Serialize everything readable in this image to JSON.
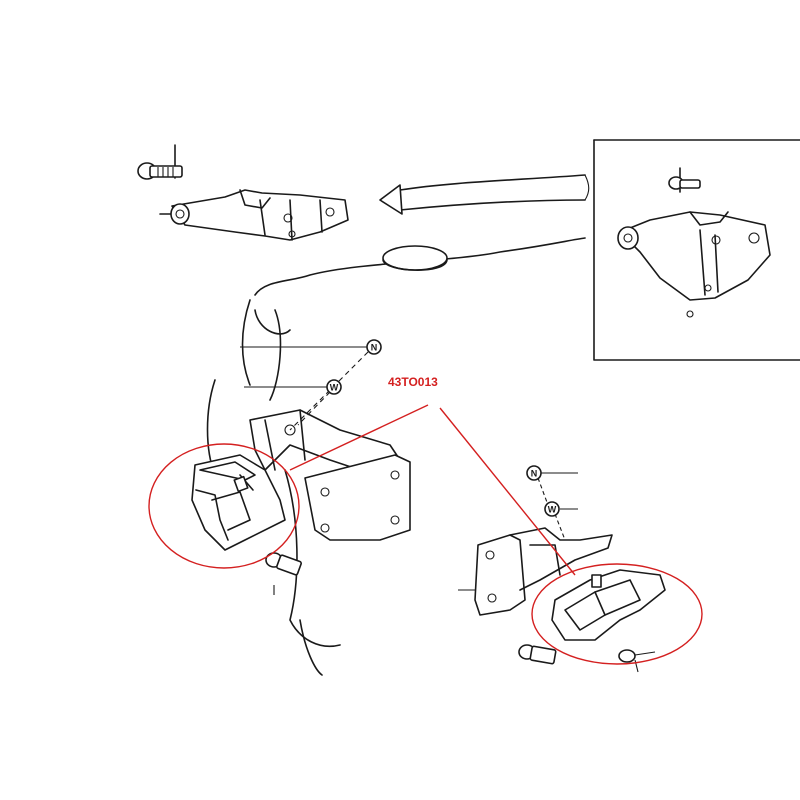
{
  "part_number": {
    "text": "43TO013",
    "color": "#d42020"
  },
  "markers": {
    "nut": "N",
    "washer": "W"
  },
  "colors": {
    "line": "#1a1a1a",
    "highlight": "#d42020",
    "background": "#ffffff"
  }
}
